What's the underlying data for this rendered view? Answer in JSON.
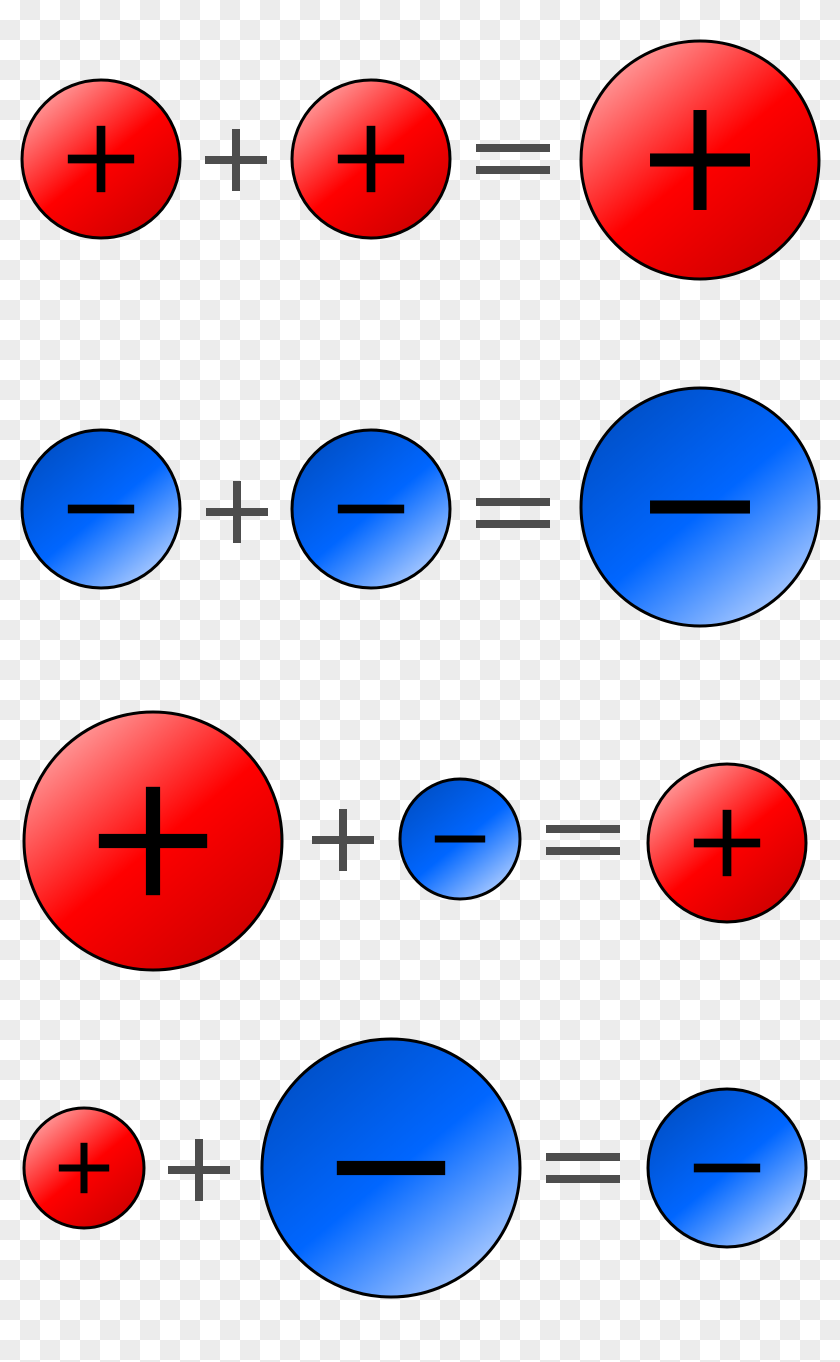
{
  "colors": {
    "positive": [
      "#ff9a9a",
      "#ff0000",
      "#cc0000"
    ],
    "negative": [
      "#0050c8",
      "#0066ff",
      "#b4d0ff"
    ],
    "outline": "#000000",
    "sign": "#000000",
    "operator": "#4d4d4d"
  },
  "equations": [
    {
      "terms": [
        "positive",
        "positive",
        "positive"
      ],
      "operators": [
        "plus",
        "equals"
      ]
    },
    {
      "terms": [
        "negative",
        "negative",
        "negative"
      ],
      "operators": [
        "plus",
        "equals"
      ]
    },
    {
      "terms": [
        "positive",
        "negative",
        "positive"
      ],
      "operators": [
        "plus",
        "equals"
      ]
    },
    {
      "terms": [
        "positive",
        "negative",
        "negative"
      ],
      "operators": [
        "plus",
        "equals"
      ]
    }
  ]
}
